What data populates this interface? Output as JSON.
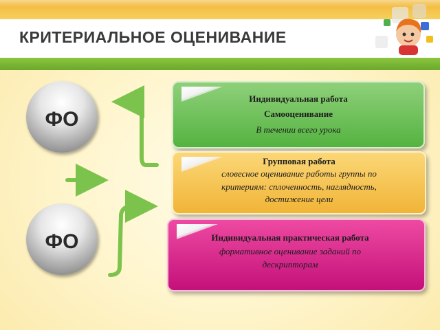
{
  "title": "КРИТЕРИАЛЬНОЕ ОЦЕНИВАНИЕ",
  "spheres": [
    "ФО",
    "ФО"
  ],
  "cards": [
    {
      "line1": "Индивидуальная работа",
      "line2": "Самооценивание",
      "line3": "В течении всего урока"
    },
    {
      "line1": "Групповая работа",
      "line2": "словесное оценивание работы группы по",
      "line3": "критериям: сплоченность, наглядность,",
      "line4": "достижение цели"
    },
    {
      "line1": "Индивидуальная практическая работа",
      "line2": "формативное оценивание заданий по",
      "line3": "дескрипторам"
    }
  ],
  "colors": {
    "top_bar": "#f2b634",
    "green_bar": "#8cc63f",
    "card_green": "#54b340",
    "card_orange": "#f1b437",
    "card_pink": "#d8208c",
    "arrow": "#7cc34d"
  }
}
